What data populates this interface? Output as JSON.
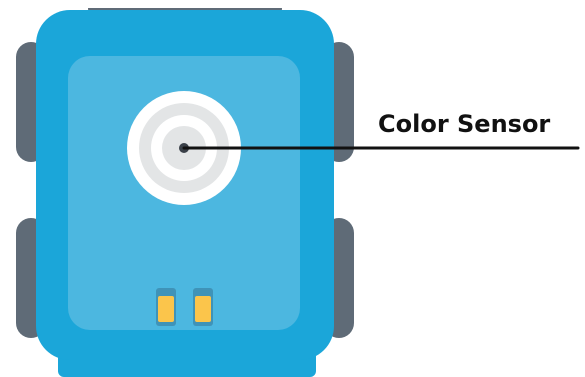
{
  "callout": {
    "label": "Color Sensor"
  },
  "colors": {
    "body_outer": "#1ba6d9",
    "body_inner": "#4cb7e0",
    "wheels": "#5f6b77",
    "sensor_ring_outer": "#ffffff",
    "sensor_ring_mid": "#e3e5e6",
    "sensor_center": "#3a4048",
    "indicator_lights": "#fbc54b",
    "light_sockets": "#3f93b8",
    "leader_line": "#111111",
    "background": "#ffffff"
  },
  "icons": [
    "robot-body",
    "wheel",
    "color-sensor",
    "indicator-light"
  ]
}
